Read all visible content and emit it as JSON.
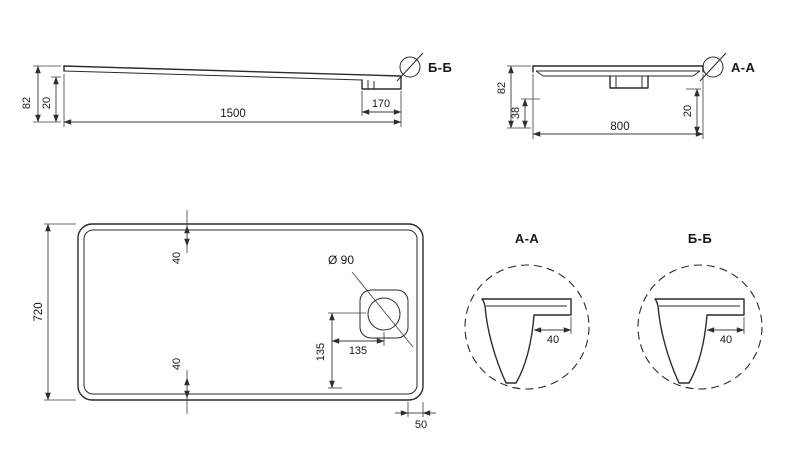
{
  "side_length_view": {
    "section_label": "Б-Б",
    "height": "82",
    "thickness": "20",
    "length": "1500",
    "drain_offset": "170"
  },
  "side_width_view": {
    "section_label": "А-А",
    "height": "82",
    "skirt": "38",
    "width": "800",
    "edge": "20"
  },
  "top_view": {
    "depth": "720",
    "top_margin": "40",
    "bottom_margin": "40",
    "drain_diameter": "Ø 90",
    "drain_x": "135",
    "drain_y": "135",
    "corner_offset": "50"
  },
  "details": {
    "a": {
      "label": "А-А",
      "flange_width": "40"
    },
    "b": {
      "label": "Б-Б",
      "flange_width": "40"
    }
  }
}
